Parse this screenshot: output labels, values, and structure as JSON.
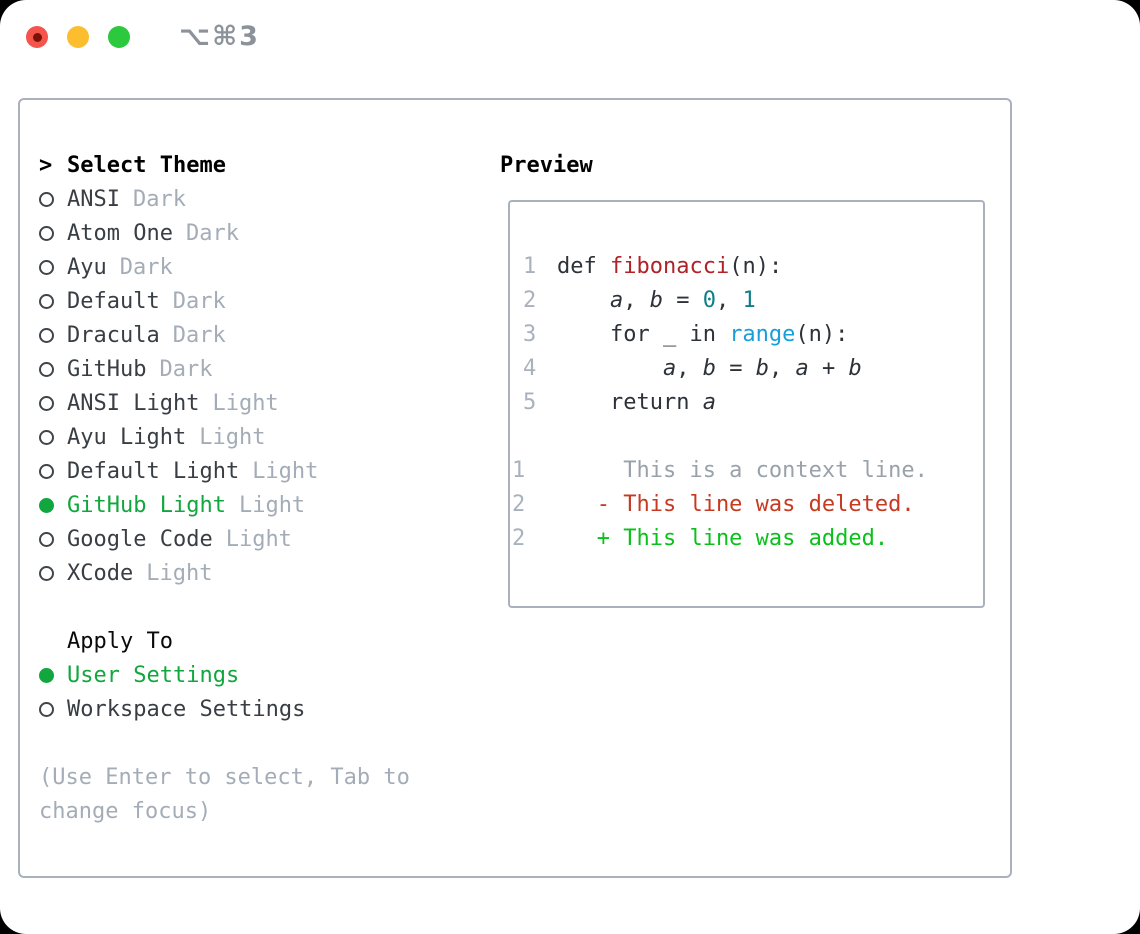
{
  "titlebar": {
    "shortcut": "⌥⌘3"
  },
  "theme_picker": {
    "prompt": ">",
    "title": "Select Theme",
    "themes": [
      {
        "name": "ANSI",
        "variant": "Dark",
        "selected": false
      },
      {
        "name": "Atom One",
        "variant": "Dark",
        "selected": false
      },
      {
        "name": "Ayu",
        "variant": "Dark",
        "selected": false
      },
      {
        "name": "Default",
        "variant": "Dark",
        "selected": false
      },
      {
        "name": "Dracula",
        "variant": "Dark",
        "selected": false
      },
      {
        "name": "GitHub",
        "variant": "Dark",
        "selected": false
      },
      {
        "name": "ANSI Light",
        "variant": "Light",
        "selected": false
      },
      {
        "name": "Ayu Light",
        "variant": "Light",
        "selected": false
      },
      {
        "name": "Default Light",
        "variant": "Light",
        "selected": false
      },
      {
        "name": "GitHub Light",
        "variant": "Light",
        "selected": true
      },
      {
        "name": "Google Code",
        "variant": "Light",
        "selected": false
      },
      {
        "name": "XCode",
        "variant": "Light",
        "selected": false
      }
    ],
    "apply_to": {
      "title": "Apply To",
      "options": [
        {
          "name": "User Settings",
          "selected": true
        },
        {
          "name": "Workspace Settings",
          "selected": false
        }
      ]
    },
    "hint_lines": [
      "(Use Enter to select, Tab to",
      "change focus)"
    ]
  },
  "preview": {
    "title": "Preview",
    "code_lines": [
      {
        "num": "1",
        "segments": [
          {
            "text": "def ",
            "style": "plain"
          },
          {
            "text": "fibonacci",
            "style": "func"
          },
          {
            "text": "(n):",
            "style": "plain"
          }
        ]
      },
      {
        "num": "2",
        "segments": [
          {
            "text": "    ",
            "style": "plain"
          },
          {
            "text": "a",
            "style": "var"
          },
          {
            "text": ", ",
            "style": "plain"
          },
          {
            "text": "b",
            "style": "var"
          },
          {
            "text": " = ",
            "style": "plain"
          },
          {
            "text": "0",
            "style": "num"
          },
          {
            "text": ", ",
            "style": "plain"
          },
          {
            "text": "1",
            "style": "num"
          }
        ]
      },
      {
        "num": "3",
        "segments": [
          {
            "text": "    for _ in ",
            "style": "plain"
          },
          {
            "text": "range",
            "style": "builtin"
          },
          {
            "text": "(n):",
            "style": "plain"
          }
        ]
      },
      {
        "num": "4",
        "segments": [
          {
            "text": "        ",
            "style": "plain"
          },
          {
            "text": "a",
            "style": "var"
          },
          {
            "text": ", ",
            "style": "plain"
          },
          {
            "text": "b",
            "style": "var"
          },
          {
            "text": " = ",
            "style": "plain"
          },
          {
            "text": "b",
            "style": "var"
          },
          {
            "text": ", ",
            "style": "plain"
          },
          {
            "text": "a",
            "style": "var"
          },
          {
            "text": " + ",
            "style": "plain"
          },
          {
            "text": "b",
            "style": "var"
          }
        ]
      },
      {
        "num": "5",
        "segments": [
          {
            "text": "    return ",
            "style": "plain"
          },
          {
            "text": "a",
            "style": "var"
          }
        ]
      }
    ],
    "diff_lines": [
      {
        "num": "1",
        "segments": [
          {
            "text": "     This is a context line.",
            "style": "context"
          }
        ]
      },
      {
        "num": "2",
        "segments": [
          {
            "text": "   - This line was deleted.",
            "style": "deleted"
          }
        ]
      },
      {
        "num": "2",
        "segments": [
          {
            "text": "   + This line was added.",
            "style": "added"
          }
        ]
      }
    ]
  },
  "colors": {
    "selection_green": "#12a73e",
    "added_green": "#0cc01c",
    "deleted_red": "#c63a22",
    "function_red": "#b02128",
    "number_teal": "#0e7f87",
    "builtin_blue": "#169fd9",
    "code_text": "#2d3238",
    "muted_gray": "#a4adb7",
    "border_gray": "#a9b2bc",
    "traffic_red": "#f4544c",
    "traffic_yellow": "#fcbd2f",
    "traffic_green": "#2cc83e"
  }
}
